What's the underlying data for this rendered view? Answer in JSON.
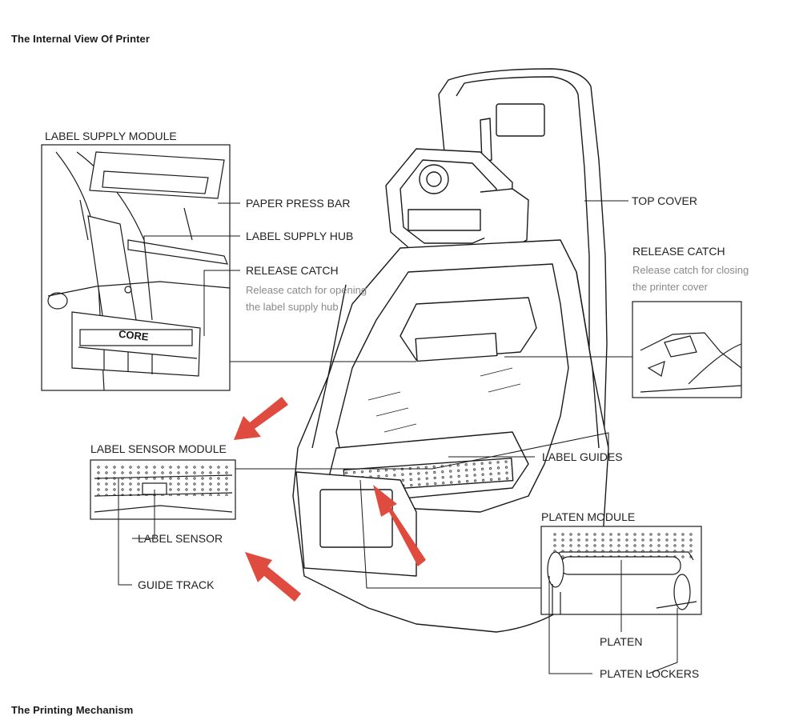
{
  "page": {
    "heading": "The Internal View Of Printer",
    "next_heading": "The Printing Mechanism"
  },
  "modules": {
    "label_supply": "LABEL SUPPLY MODULE",
    "label_sensor": "LABEL SENSOR MODULE",
    "platen": "PLATEN MODULE"
  },
  "callouts": {
    "paper_press_bar": "PAPER PRESS BAR",
    "label_supply_hub": "LABEL SUPPLY HUB",
    "release_catch_left": "RELEASE CATCH",
    "release_catch_left_desc_1": "Release catch for opening",
    "release_catch_left_desc_2": "the label supply hub",
    "top_cover": "TOP COVER",
    "release_catch_right": "RELEASE CATCH",
    "release_catch_right_desc_1": "Release catch for closing",
    "release_catch_right_desc_2": "the printer cover",
    "label_guides": "LABEL GUIDES",
    "label_sensor": "LABEL SENSOR",
    "guide_track": "GUIDE TRACK",
    "platen": "PLATEN",
    "platen_lockers": "PLATEN LOCKERS",
    "core_text": "CORE"
  },
  "colors": {
    "arrow": "#e04b3f",
    "line": "#1a1a1a",
    "desc": "#8a8a8a"
  },
  "icons": [
    "red-arrow-icon"
  ]
}
